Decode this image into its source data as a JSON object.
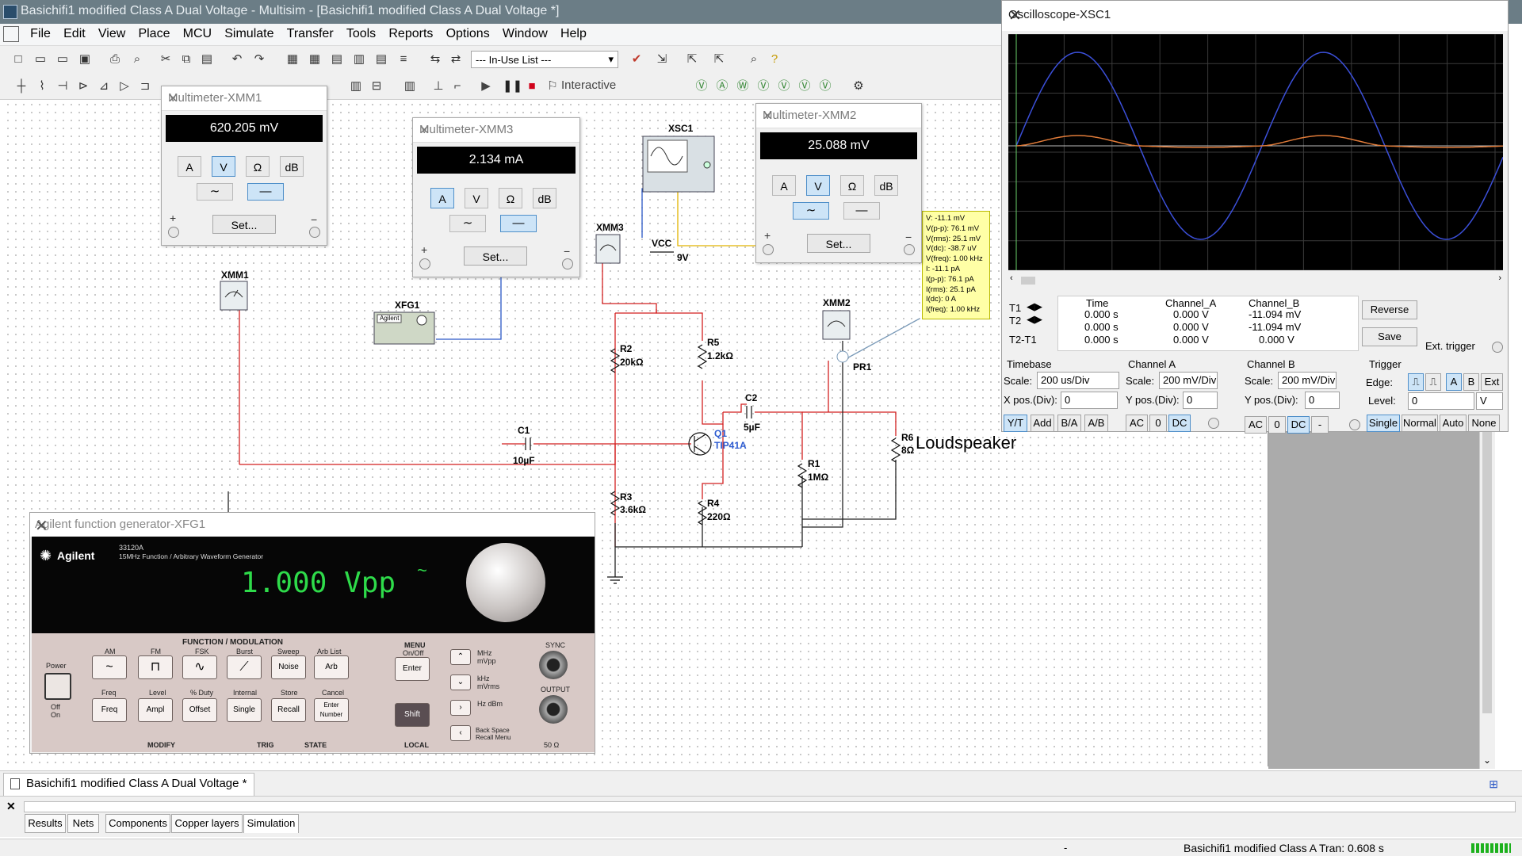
{
  "window": {
    "title": "Basichifi1 modified Class A Dual Voltage - Multisim - [Basichifi1 modified Class A Dual Voltage *]"
  },
  "menu": [
    "File",
    "Edit",
    "View",
    "Place",
    "MCU",
    "Simulate",
    "Transfer",
    "Tools",
    "Reports",
    "Options",
    "Window",
    "Help"
  ],
  "toolbar": {
    "in_use_list": "--- In-Use List ---",
    "interactive_label": "Interactive"
  },
  "multimeters": [
    {
      "id": "xmm1",
      "title": "Multimeter-XMM1",
      "reading": "620.205 mV",
      "modes": [
        "A",
        "V",
        "Ω",
        "dB"
      ],
      "active_mode": "V",
      "active_wave": "dc",
      "set_label": "Set...",
      "plus": "+",
      "minus": "−"
    },
    {
      "id": "xmm3",
      "title": "Multimeter-XMM3",
      "reading": "2.134 mA",
      "modes": [
        "A",
        "V",
        "Ω",
        "dB"
      ],
      "active_mode": "A",
      "active_wave": "dc",
      "set_label": "Set...",
      "plus": "+",
      "minus": "−"
    },
    {
      "id": "xmm2",
      "title": "Multimeter-XMM2",
      "reading": "25.088 mV",
      "modes": [
        "A",
        "V",
        "Ω",
        "dB"
      ],
      "active_mode": "V",
      "active_wave": "ac",
      "set_label": "Set...",
      "plus": "+",
      "minus": "−"
    }
  ],
  "circuit": {
    "xsc1_label": "XSC1",
    "xmm1_label": "XMM1",
    "xmm2_label": "XMM2",
    "xmm3_label": "XMM3",
    "xfg1_label": "XFG1",
    "xfg1_brand": "Agilent",
    "vcc_label": "VCC",
    "vcc_value": "9V",
    "r2_name": "R2",
    "r2_value": "20kΩ",
    "r5_name": "R5",
    "r5_value": "1.2kΩ",
    "r3_name": "R3",
    "r3_value": "3.6kΩ",
    "r4_name": "R4",
    "r4_value": "220Ω",
    "r1_name": "R1",
    "r1_value": "1MΩ",
    "r6_name": "R6",
    "r6_value": "8Ω",
    "c1_name": "C1",
    "c1_value": "10µF",
    "c2_name": "C2",
    "c2_value": "5µF",
    "q1_name": "Q1",
    "q1_value": "TIP41A",
    "pr1_name": "PR1",
    "loudspeaker_text": "Loudspeaker",
    "probe_readings": [
      "V: -11.1 mV",
      "V(p-p): 76.1 mV",
      "V(rms): 25.1 mV",
      "V(dc): -38.7 uV",
      "V(freq): 1.00 kHz",
      "I: -11.1 pA",
      "I(p-p): 76.1 pA",
      "I(rms): 25.1 pA",
      "I(dc): 0 A",
      "I(freq): 1.00 kHz"
    ]
  },
  "oscilloscope": {
    "title": "Oscilloscope-XSC1",
    "columns": [
      "Time",
      "Channel_A",
      "Channel_B"
    ],
    "rows": [
      {
        "label": "T1",
        "time": "0.000 s",
        "a": "0.000 V",
        "b": "-11.094 mV"
      },
      {
        "label": "T2",
        "time": "0.000 s",
        "a": "0.000 V",
        "b": "-11.094 mV"
      },
      {
        "label": "T2-T1",
        "time": "0.000 s",
        "a": "0.000 V",
        "b": "0.000 V"
      }
    ],
    "reverse_label": "Reverse",
    "save_label": "Save",
    "ext_trigger_label": "Ext. trigger",
    "timebase": {
      "heading": "Timebase",
      "scale_label": "Scale:",
      "scale": "200 us/Div",
      "xpos_label": "X pos.(Div):",
      "xpos": "0",
      "modes": [
        "Y/T",
        "Add",
        "B/A",
        "A/B"
      ],
      "active": "Y/T"
    },
    "channel_a": {
      "heading": "Channel A",
      "scale_label": "Scale:",
      "scale": "200 mV/Div",
      "ypos_label": "Y pos.(Div):",
      "ypos": "0",
      "coupling": [
        "AC",
        "0",
        "DC"
      ],
      "active": "DC"
    },
    "channel_b": {
      "heading": "Channel B",
      "scale_label": "Scale:",
      "scale": "200 mV/Div",
      "ypos_label": "Y pos.(Div):",
      "ypos": "0",
      "coupling": [
        "AC",
        "0",
        "DC",
        "-"
      ],
      "active": "DC"
    },
    "trigger": {
      "heading": "Trigger",
      "edge_label": "Edge:",
      "edge_buttons": [
        "A",
        "B",
        "Ext"
      ],
      "level_label": "Level:",
      "level": "0",
      "level_unit": "V",
      "modes": [
        "Single",
        "Normal",
        "Auto",
        "None"
      ],
      "active": "Single"
    },
    "trace_colors": {
      "a": "#e07b39",
      "b": "#3b4fd8"
    }
  },
  "function_generator": {
    "title": "Agilent function generator-XFG1",
    "brand": "Agilent",
    "model": "33120A",
    "model_desc": "15MHz Function / Arbitrary Waveform Generator",
    "display": "1.000 Vpp",
    "section_label": "FUNCTION / MODULATION",
    "top_keys": [
      {
        "top": "AM",
        "label": "~"
      },
      {
        "top": "FM",
        "label": "⊓"
      },
      {
        "top": "FSK",
        "label": "∿"
      },
      {
        "top": "Burst",
        "label": "⟋"
      },
      {
        "top": "Sweep",
        "label": "Noise"
      },
      {
        "top": "Arb List",
        "label": "Arb"
      }
    ],
    "bottom_keys": [
      {
        "top": "Freq",
        "label": "Freq"
      },
      {
        "top": "Level",
        "label": "Ampl"
      },
      {
        "top": "% Duty",
        "label": "Offset"
      },
      {
        "top": "Internal",
        "label": "Single"
      },
      {
        "top": "Store",
        "label": "Recall"
      },
      {
        "top": "Cancel",
        "label": "Enter Number"
      }
    ],
    "menu_label": "MENU",
    "menu_sub": "On/Off",
    "enter_label": "Enter",
    "shift_label": "Shift",
    "local_label": "LOCAL",
    "modify_label": "MODIFY",
    "trig_label": "TRIG",
    "state_label": "STATE",
    "power_label": "Power",
    "off_label": "Off",
    "on_label": "On",
    "sync_label": "SYNC",
    "output_label": "OUTPUT",
    "ohm_label": "50 Ω",
    "units": [
      "MHz mVpp",
      "kHz mVrms",
      "Hz dBm",
      "Back Space Recall Menu"
    ]
  },
  "document_tab": "Basichifi1 modified Class A Dual Voltage *",
  "bottom_tabs": [
    "Results",
    "Nets",
    "Components",
    "Copper layers",
    "Simulation"
  ],
  "active_bottom_tab": "Simulation",
  "status": {
    "dash": "-",
    "text": "Basichifi1 modified Class A Tran: 0.608 s"
  }
}
